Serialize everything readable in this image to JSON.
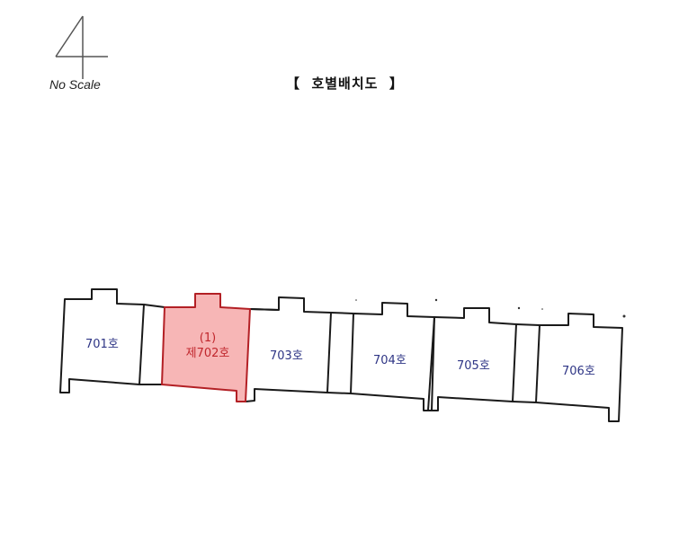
{
  "north_arrow": {
    "glyph": "4",
    "icon": "north-arrow-icon"
  },
  "scale_note": "No Scale",
  "title": "【  호별배치도  】",
  "units": [
    {
      "id": "701",
      "label": "701호",
      "selected": false
    },
    {
      "id": "702",
      "prefix": "(1)",
      "label": "제702호",
      "selected": true
    },
    {
      "id": "703",
      "label": "703호",
      "selected": false
    },
    {
      "id": "704",
      "label": "704호",
      "selected": false
    },
    {
      "id": "705",
      "label": "705호",
      "selected": false
    },
    {
      "id": "706",
      "label": "706호",
      "selected": false
    }
  ],
  "colors": {
    "line": "#1a1a1a",
    "unit_text": "#2e3585",
    "highlight_fill": "#f7b6b6",
    "highlight_stroke": "#b32025",
    "highlight_text": "#c0262c"
  }
}
